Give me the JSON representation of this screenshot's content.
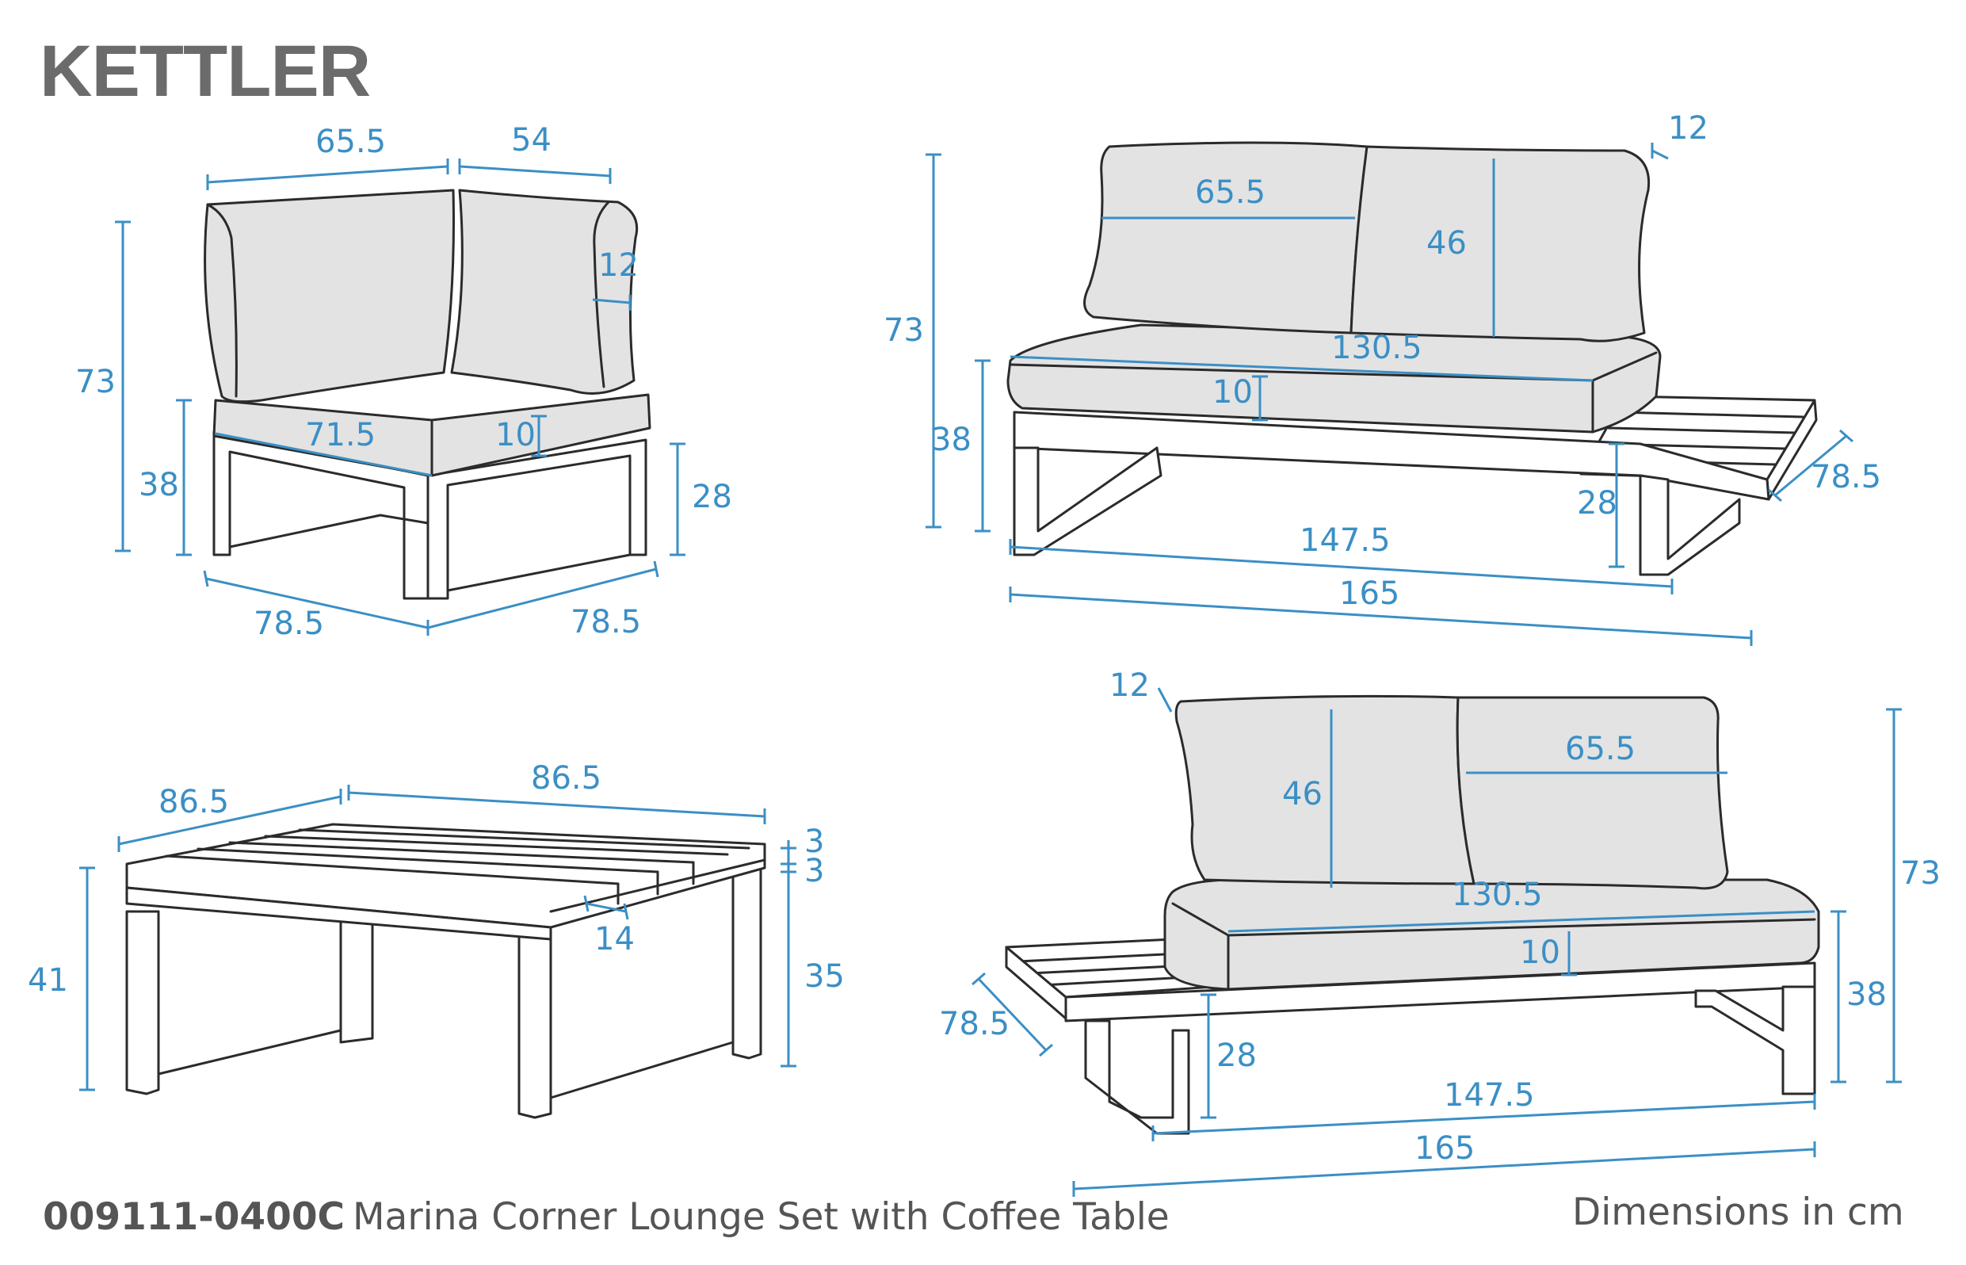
{
  "brand": {
    "name": "KETTLER"
  },
  "colors": {
    "dimension": "#3b8fc5",
    "outline": "#2b2b2b",
    "cushion": "#e3e3e3",
    "frame": "#ffffff",
    "brand": "#6b6b6b",
    "footer": "#555555"
  },
  "footer": {
    "code": "009111-0400C",
    "title": "Marina Corner Lounge Set with Coffee Table",
    "units": "Dimensions in cm"
  },
  "corner_chair": {
    "back_width_left": "65.5",
    "back_width_right": "54",
    "total_height": "73",
    "back_thickness": "12",
    "seat_height": "38",
    "seat_depth": "71.5",
    "cushion_thickness": "10",
    "frame_height": "28",
    "width_left": "78.5",
    "width_right": "78.5"
  },
  "sofa_left": {
    "back_thickness": "12",
    "cushion_width": "65.5",
    "back_height": "46",
    "total_height": "73",
    "seat_width": "130.5",
    "cushion_thickness": "10",
    "seat_height": "38",
    "side_table_depth": "78.5",
    "side_table_height": "28",
    "frame_length": "147.5",
    "total_length": "165"
  },
  "coffee_table": {
    "width_left": "86.5",
    "width_right": "86.5",
    "top_thickness": "3",
    "rim_thickness": "3",
    "total_height": "41",
    "slat_width": "14",
    "leg_height": "35"
  },
  "sofa_right": {
    "back_thickness": "12",
    "back_height": "46",
    "cushion_width": "65.5",
    "total_height": "73",
    "seat_width": "130.5",
    "cushion_thickness": "10",
    "seat_height": "38",
    "side_table_depth": "78.5",
    "side_table_height": "28",
    "frame_length": "147.5",
    "total_length": "165"
  }
}
